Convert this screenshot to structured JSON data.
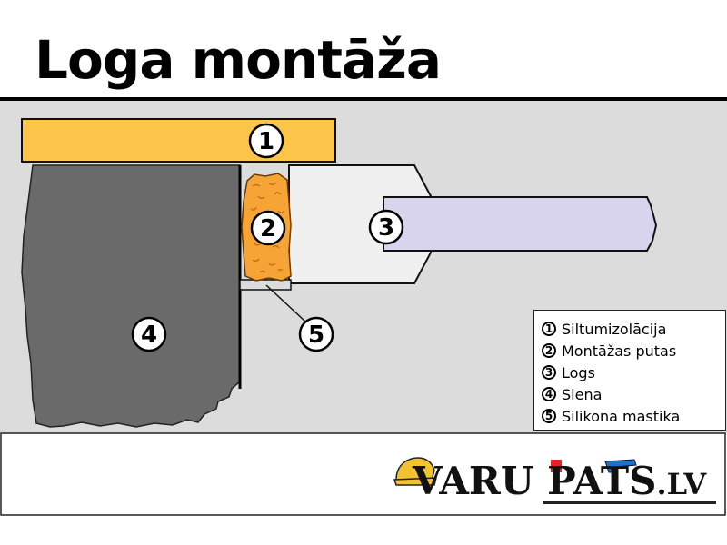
{
  "title": "Loga montāža",
  "callouts": [
    {
      "num": "1",
      "part": "insulation"
    },
    {
      "num": "2",
      "part": "foam"
    },
    {
      "num": "3",
      "part": "window"
    },
    {
      "num": "4",
      "part": "wall"
    },
    {
      "num": "5",
      "part": "sealant"
    }
  ],
  "legend": {
    "items": [
      {
        "num": "1",
        "label": "Siltumizolācija"
      },
      {
        "num": "2",
        "label": "Montāžas putas"
      },
      {
        "num": "3",
        "label": "Logs"
      },
      {
        "num": "4",
        "label": "Siena"
      },
      {
        "num": "5",
        "label": "Silikona mastika"
      }
    ]
  },
  "logo": {
    "part1": "VARU ",
    "part2": "PATS",
    "part3": ".LV"
  },
  "colors": {
    "insulation": "#fbc54a",
    "foam": "#f6a436",
    "window_frame": "#f0f0f0",
    "glass": "#d8d4ee",
    "wall": "#6a6a6a",
    "background": "#dcdcdc",
    "logo_yellow": "#f2c230",
    "logo_red": "#e22226"
  }
}
